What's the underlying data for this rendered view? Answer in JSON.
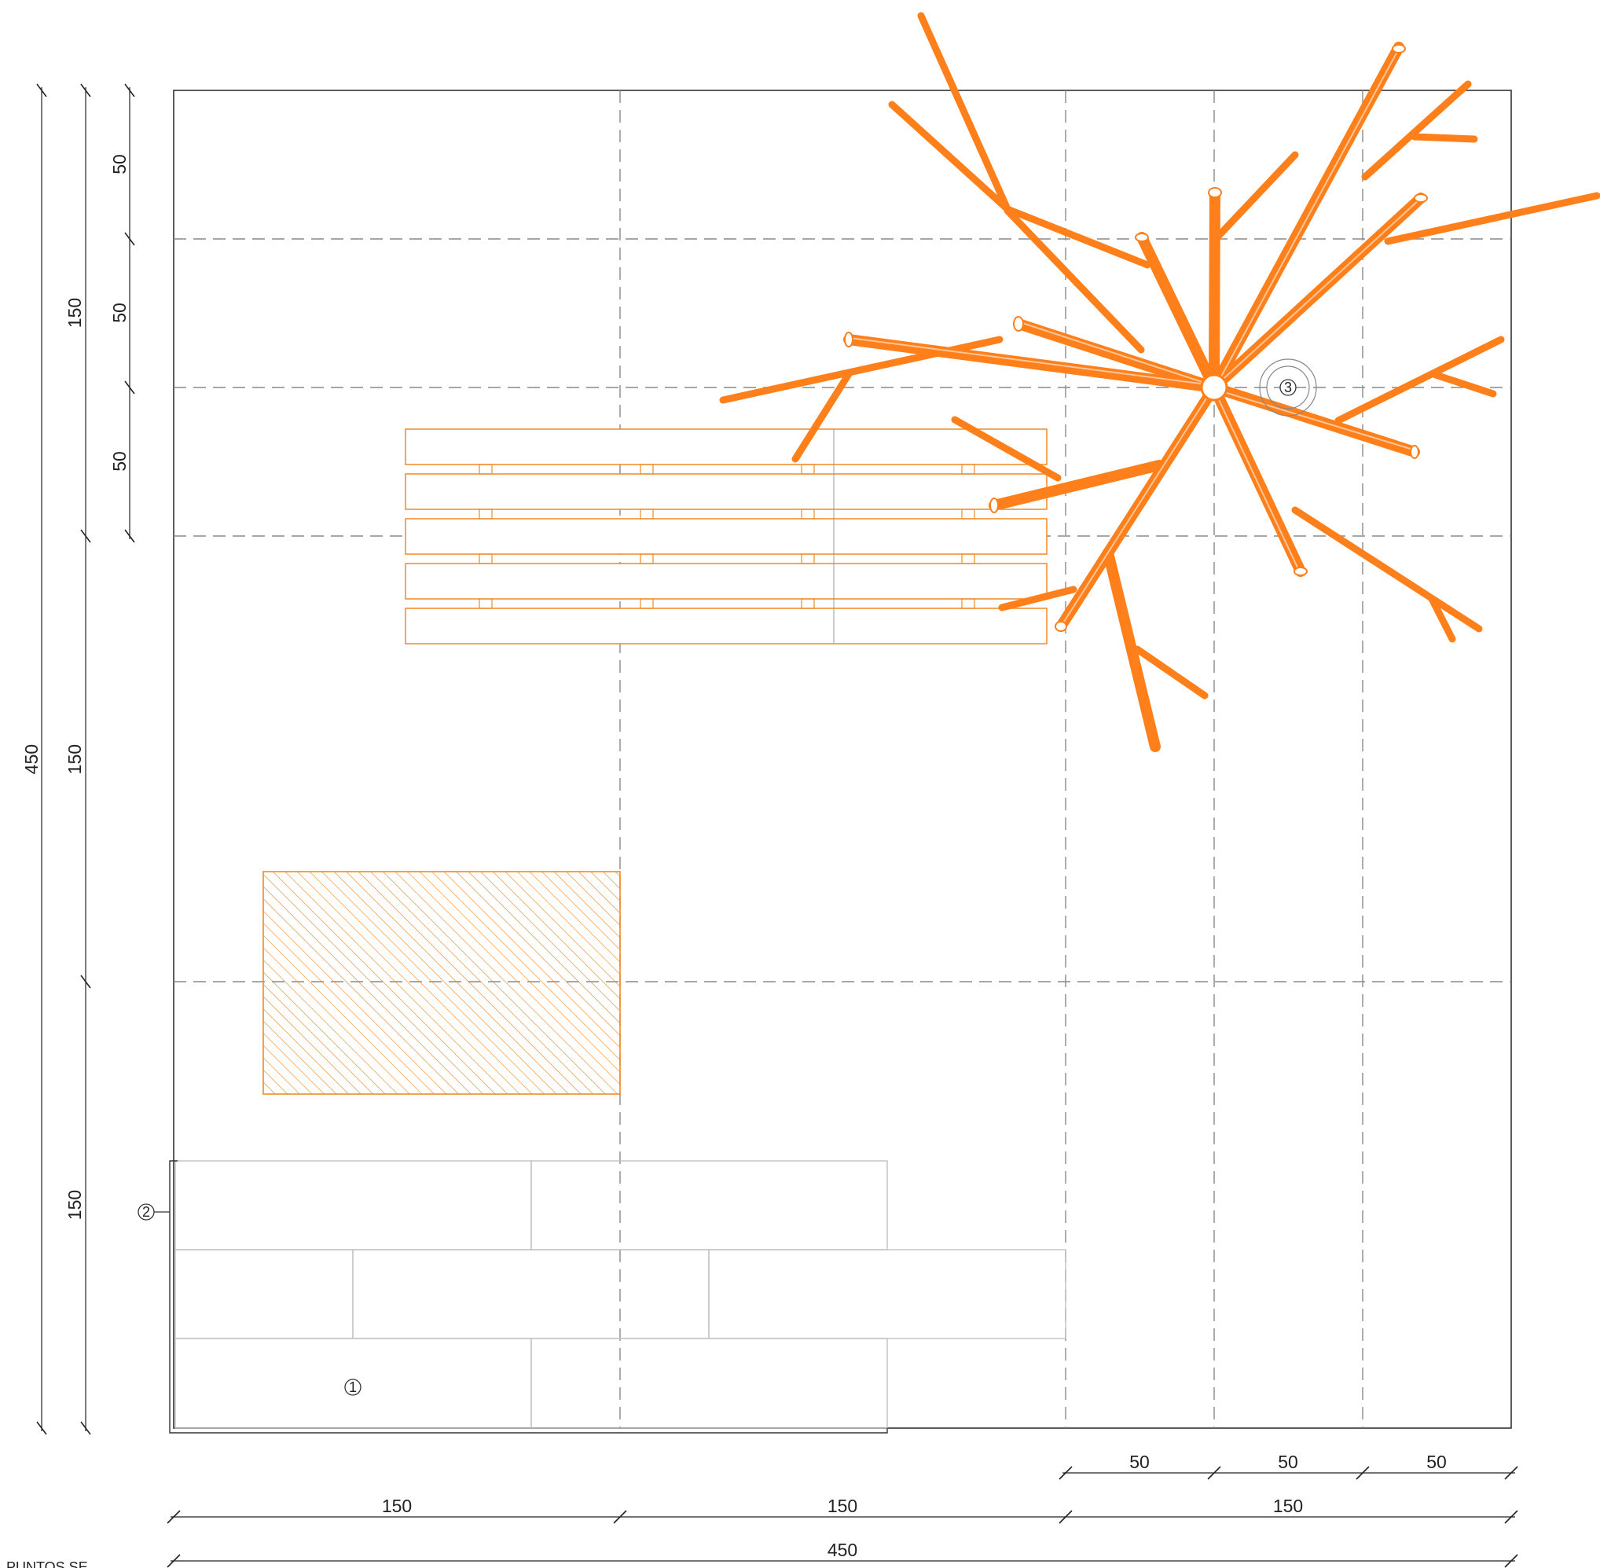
{
  "dimensions": {
    "left_total": "450",
    "left_mid": [
      "150",
      "150",
      "150"
    ],
    "left_small": [
      "50",
      "50",
      "50"
    ],
    "bottom_small": [
      "50",
      "50",
      "50"
    ],
    "bottom_mid": [
      "150",
      "150",
      "150"
    ],
    "bottom_total": "450"
  },
  "markers": {
    "m1": "1",
    "m2": "2",
    "m3": "3"
  },
  "footer_note": "PUNTOS  SE",
  "colors": {
    "accent": "#ff7f1a",
    "pallet_stroke": "#f08a24",
    "grid": "#8a8a8a",
    "paving": "#bdbdbd"
  }
}
